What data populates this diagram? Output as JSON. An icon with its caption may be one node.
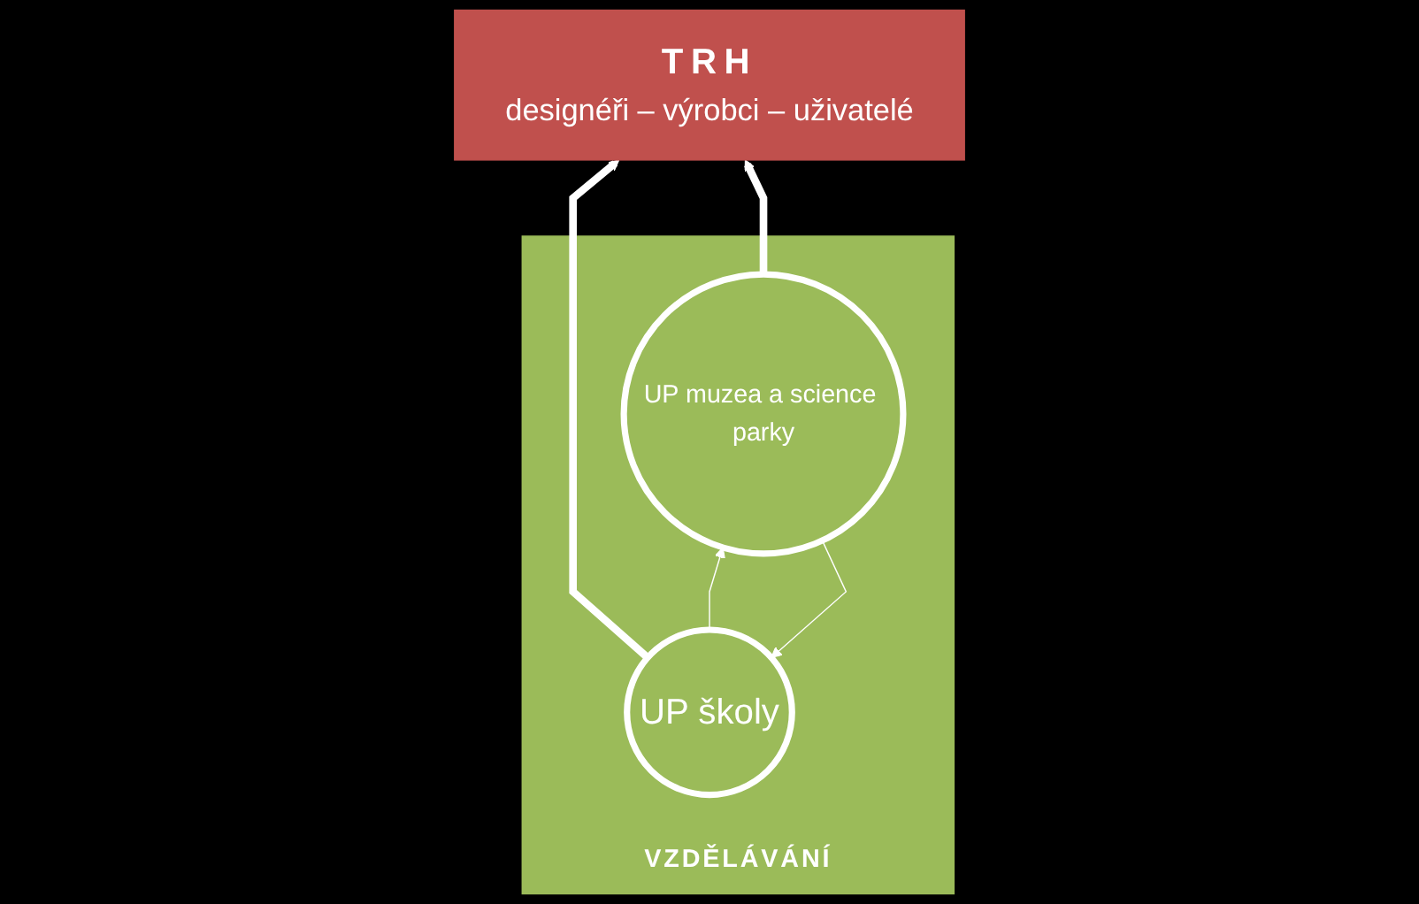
{
  "diagram": {
    "nodes": [
      {
        "text": [
          "TRH",
          "designéři – výrobci – uživatelé"
        ]
      },
      {
        "text": [
          "VZDĚLÁVÁNÍ"
        ]
      },
      {
        "text": [
          "UP školy"
        ],
        "in": 1
      },
      {
        "text": [
          "UP muzea a science parky"
        ],
        "in": 1
      }
    ],
    "edges": [
      {
        "from": 2,
        "to": 0,
        "arrow": "to",
        "style": "thick"
      },
      {
        "from": 3,
        "to": 0,
        "arrow": "to",
        "style": "thick"
      },
      {
        "from": 2,
        "to": 3,
        "arrow": "to"
      },
      {
        "from": 3,
        "to": 2,
        "arrow": "to"
      }
    ]
  }
}
